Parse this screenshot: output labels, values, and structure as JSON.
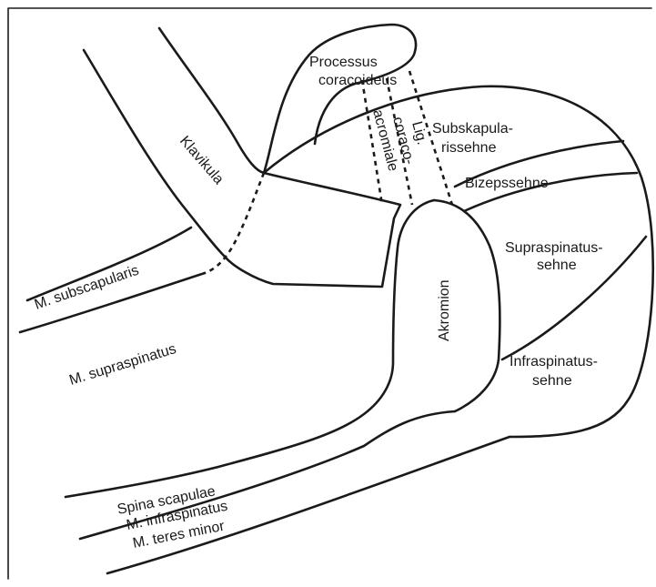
{
  "labels": {
    "processus": "Processus",
    "coracoideus": "coracoideus",
    "subskapula": "Subskapula-",
    "rissehne": "rissehne",
    "lig": "Lig.",
    "coraco": "coraco-",
    "acromiale": "acromiale",
    "klavikula": "Klavikula",
    "bizepssehne": "Bizepssehne",
    "supraspinatus": "Supraspinatus-",
    "supraspinatus_sehne": "sehne",
    "subscapularis": "M. subscapularis",
    "akromion": "Akromion",
    "m_supraspinatus": "M. supraspinatus",
    "infraspinatus": "Infraspinatus-",
    "infraspinatus_sehne": "sehne",
    "spina": "Spina scapulae",
    "m_infraspinatus": "M. infraspinatus",
    "teres": "M. teres minor"
  }
}
